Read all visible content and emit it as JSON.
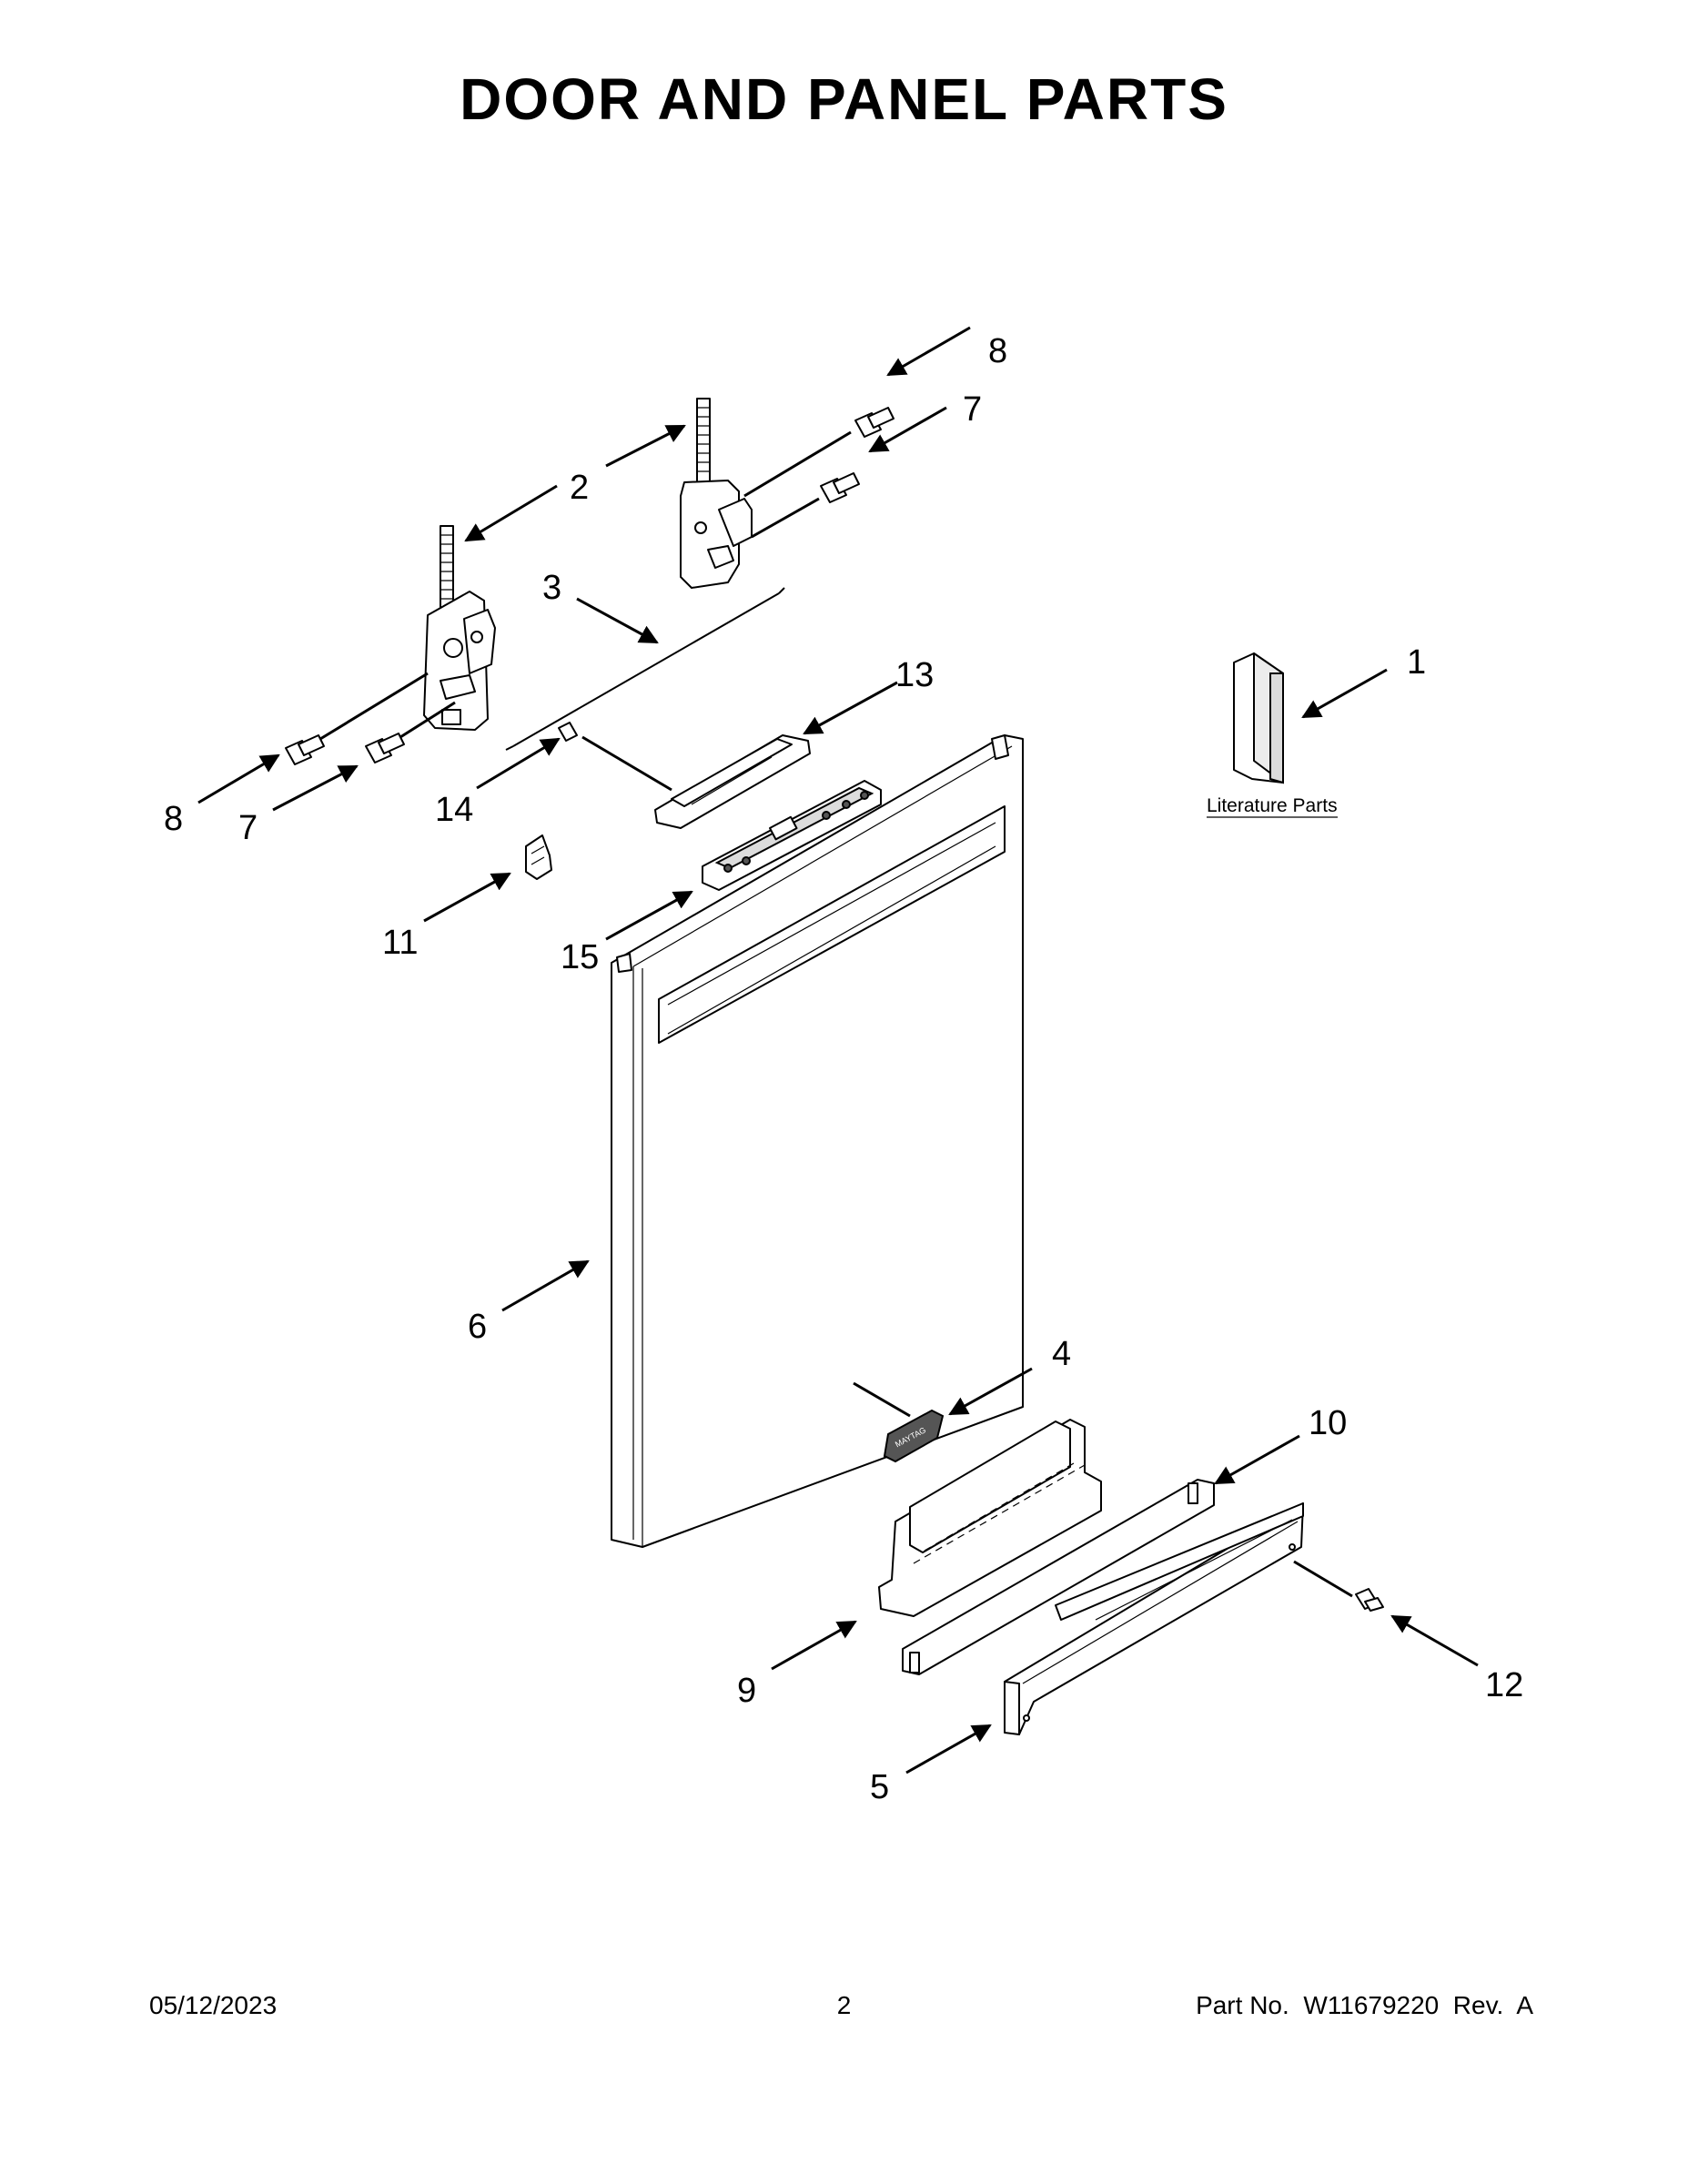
{
  "title": "DOOR AND PANEL PARTS",
  "callouts": [
    "1",
    "2",
    "3",
    "4",
    "5",
    "6",
    "7",
    "7",
    "8",
    "8",
    "9",
    "10",
    "11",
    "12",
    "13",
    "14",
    "15"
  ],
  "literature_label": "Literature Parts",
  "badge_text": "MAYTAG",
  "footer": {
    "date": "05/12/2023",
    "page": "2",
    "part_number": "Part No.  W11679220  Rev.  A"
  }
}
